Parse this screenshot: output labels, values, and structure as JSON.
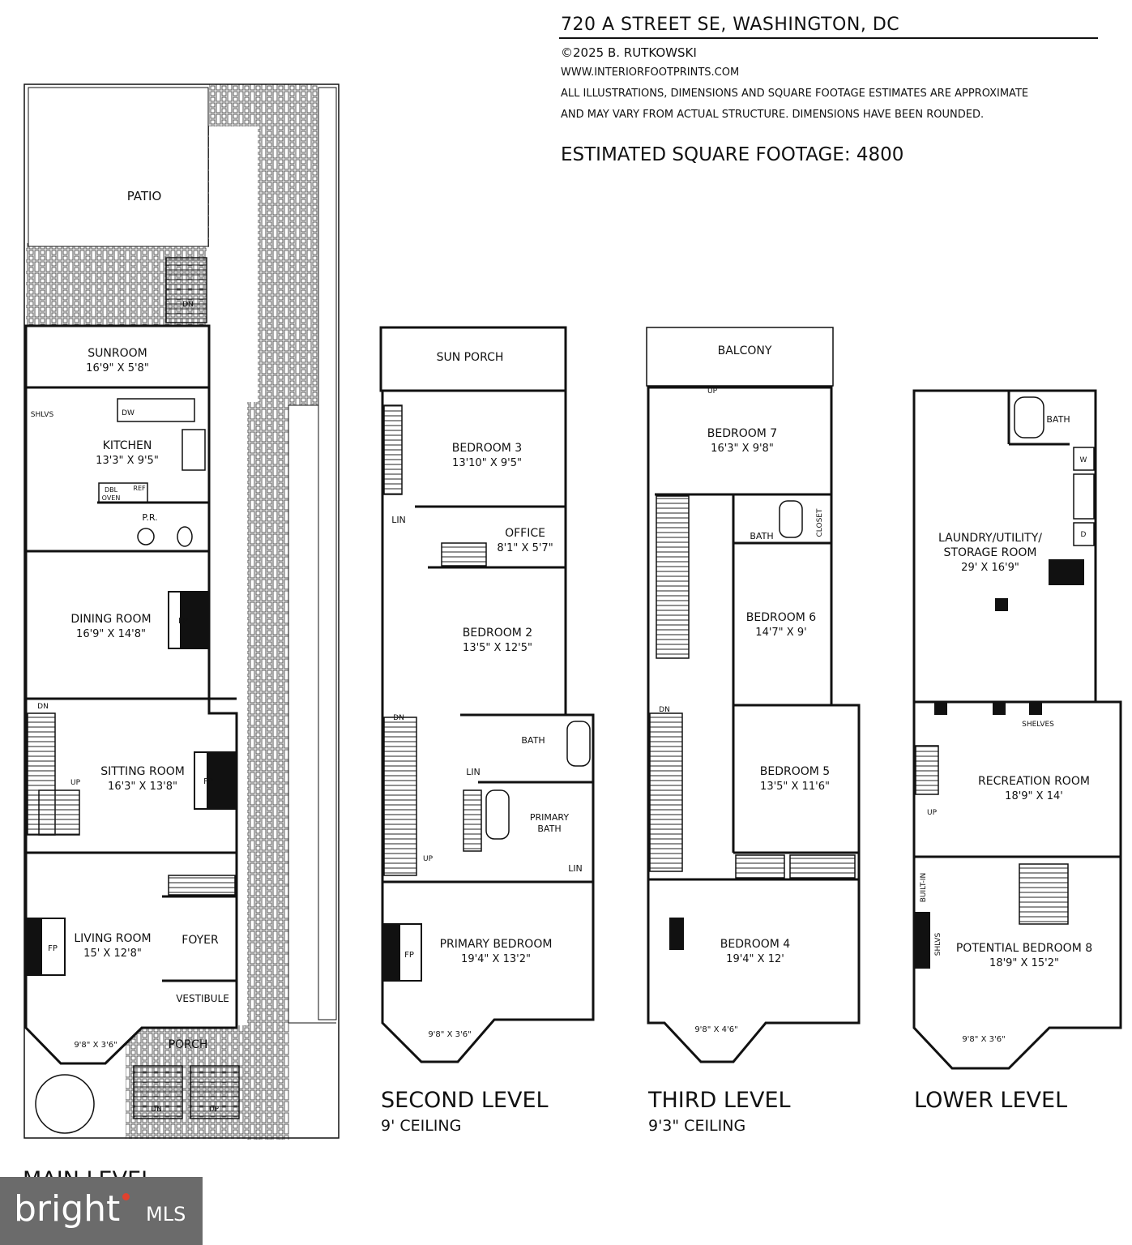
{
  "header": {
    "address": "720 A STREET SE, WASHINGTON, DC",
    "copyright": "©2025 B. RUTKOWSKI",
    "website": "WWW.INTERIORFOOTPRINTS.COM",
    "disclaimer_line1": "ALL ILLUSTRATIONS, DIMENSIONS AND SQUARE FOOTAGE ESTIMATES ARE APPROXIMATE",
    "disclaimer_line2": "AND MAY VARY FROM ACTUAL STRUCTURE. DIMENSIONS HAVE BEEN ROUNDED.",
    "square_footage": "ESTIMATED SQUARE FOOTAGE: 4800"
  },
  "levels": {
    "main": {
      "title": "MAIN LEVEL"
    },
    "second": {
      "title": "SECOND LEVEL",
      "ceiling": "9' CEILING"
    },
    "third": {
      "title": "THIRD LEVEL",
      "ceiling": "9'3\" CEILING"
    },
    "lower": {
      "title": "LOWER LEVEL"
    }
  },
  "main_rooms": {
    "patio": "PATIO",
    "sunroom": "SUNROOM",
    "sunroom_dim": "16'9\" X 5'8\"",
    "kitchen": "KITCHEN",
    "kitchen_dim": "13'3\" X 9'5\"",
    "shlvs": "SHLVS",
    "dw": "DW",
    "dbl": "DBL",
    "oven": "OVEN",
    "ref": "REF",
    "pr": "P.R.",
    "dining": "DINING ROOM",
    "dining_dim": "16'9\" X 14'8\"",
    "sitting": "SITTING ROOM",
    "sitting_dim": "16'3\" X 13'8\"",
    "living": "LIVING ROOM",
    "living_dim": "15' X 12'8\"",
    "foyer": "FOYER",
    "vestibule": "VESTIBULE",
    "porch": "PORCH",
    "bay": "9'8\" X 3'6\"",
    "fp": "FP",
    "dn": "DN",
    "up": "UP"
  },
  "second_rooms": {
    "sun_porch": "SUN PORCH",
    "bedroom3": "BEDROOM 3",
    "bedroom3_dim": "13'10\" X 9'5\"",
    "office": "OFFICE",
    "office_dim": "8'1\" X 5'7\"",
    "bedroom2": "BEDROOM 2",
    "bedroom2_dim": "13'5\" X 12'5\"",
    "lin": "LIN",
    "bath": "BATH",
    "primary_bath1": "PRIMARY",
    "primary_bath2": "BATH",
    "primary_bed": "PRIMARY BEDROOM",
    "primary_bed_dim": "19'4\" X 13'2\"",
    "bay": "9'8\" X 3'6\""
  },
  "third_rooms": {
    "balcony": "BALCONY",
    "bedroom7": "BEDROOM 7",
    "bedroom7_dim": "16'3\" X 9'8\"",
    "bath": "BATH",
    "closet": "CLOSET",
    "bedroom6": "BEDROOM 6",
    "bedroom6_dim": "14'7\" X 9'",
    "bedroom5": "BEDROOM 5",
    "bedroom5_dim": "13'5\" X 11'6\"",
    "bedroom4": "BEDROOM 4",
    "bedroom4_dim": "19'4\" X 12'",
    "bay": "9'8\" X 4'6\""
  },
  "lower_rooms": {
    "bath": "BATH",
    "w": "W",
    "d": "D",
    "laundry1": "LAUNDRY/UTILITY/",
    "laundry2": "STORAGE ROOM",
    "laundry_dim": "29' X 16'9\"",
    "shelves": "SHELVES",
    "recreation": "RECREATION ROOM",
    "recreation_dim": "18'9\" X 14'",
    "builtin": "BUILT-IN",
    "shlvs": "SHLVS",
    "potential": "POTENTIAL BEDROOM 8",
    "potential_dim": "18'9\" X 15'2\"",
    "bay": "9'8\" X 3'6\""
  },
  "logo": {
    "brand": "bright",
    "suffix": "MLS"
  },
  "colors": {
    "line": "#111111",
    "brick": "#9a9a9a",
    "logo_bg": "#6b6b6b",
    "logo_accent": "#e0412e"
  }
}
